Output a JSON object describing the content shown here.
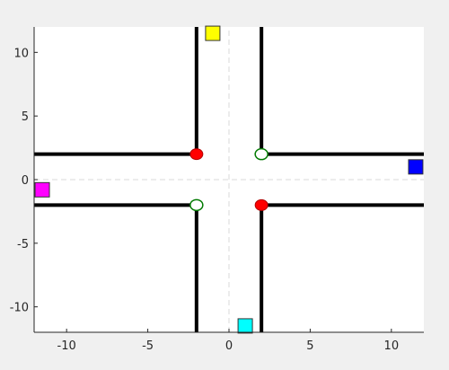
{
  "chart_data": {
    "type": "scatter",
    "title": "",
    "xlabel": "",
    "ylabel": "",
    "xlim": [
      -12,
      12
    ],
    "ylim": [
      -12,
      12
    ],
    "xticks": [
      -10,
      -5,
      0,
      5,
      10
    ],
    "yticks": [
      -10,
      -5,
      0,
      5,
      10
    ],
    "xtick_labels": [
      "-10",
      "-5",
      "0",
      "5",
      "10"
    ],
    "ytick_labels": [
      "-10",
      "-5",
      "0",
      "5",
      "10"
    ],
    "grid": false,
    "road_edges": [
      {
        "x": [
          -12,
          -2
        ],
        "y": [
          2,
          2
        ]
      },
      {
        "x": [
          2,
          12
        ],
        "y": [
          2,
          2
        ]
      },
      {
        "x": [
          -12,
          -2
        ],
        "y": [
          -2,
          -2
        ]
      },
      {
        "x": [
          2,
          12
        ],
        "y": [
          -2,
          -2
        ]
      },
      {
        "x": [
          -2,
          -2
        ],
        "y": [
          2,
          12
        ]
      },
      {
        "x": [
          2,
          2
        ],
        "y": [
          2,
          12
        ]
      },
      {
        "x": [
          -2,
          -2
        ],
        "y": [
          -12,
          -2
        ]
      },
      {
        "x": [
          2,
          2
        ],
        "y": [
          -12,
          -2
        ]
      }
    ],
    "center_lines": [
      {
        "x": [
          -12,
          12
        ],
        "y": [
          0,
          0
        ]
      },
      {
        "x": [
          0,
          0
        ],
        "y": [
          -12,
          12
        ]
      }
    ],
    "signals": [
      {
        "x": -2,
        "y": 2,
        "state": "red",
        "color": "#ff0000"
      },
      {
        "x": 2,
        "y": -2,
        "state": "red",
        "color": "#ff0000"
      },
      {
        "x": 2,
        "y": 2,
        "state": "green",
        "color": "#ffffff"
      },
      {
        "x": -2,
        "y": -2,
        "state": "green",
        "color": "#ffffff"
      }
    ],
    "vehicles": [
      {
        "x": -1,
        "y": 11.5,
        "color": "#ffff00",
        "name": "yellow-vehicle"
      },
      {
        "x": 11.5,
        "y": 1,
        "color": "#0000ff",
        "name": "blue-vehicle"
      },
      {
        "x": -11.5,
        "y": -0.8,
        "color": "#ff00ff",
        "name": "magenta-vehicle"
      },
      {
        "x": 1,
        "y": -11.5,
        "color": "#00ffff",
        "name": "cyan-vehicle"
      }
    ],
    "colors": {
      "road_edge": "#000000",
      "center_line": "#d9d9d9",
      "signal_green_edge": "#007a00",
      "axes_bg": "#ffffff",
      "figure_bg": "#f0f0f0"
    }
  }
}
